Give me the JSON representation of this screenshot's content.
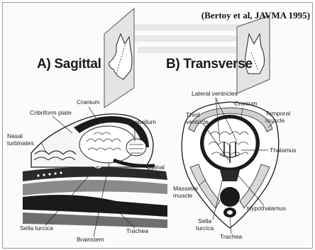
{
  "citation": "(Bertoy et al, JAVMA 1995)",
  "sagittal": {
    "title": "A) Sagittal",
    "labels": {
      "cranium": "Cranium",
      "cribriform_plate": "Cribriform plate",
      "cerebellum": "Cerebellum",
      "nasal_turbinates": "Nasal\nturbinates",
      "spinal_cord": "Spinal\ncord",
      "sella_turcica": "Sella turcica",
      "brainstem": "Brainstem",
      "trachea": "Trachea"
    }
  },
  "transverse": {
    "title": "B) Transverse",
    "labels": {
      "lateral_ventricles": "Lateral ventricles",
      "third_ventricle": "Third\nventricle",
      "cranium": "Cranium",
      "temporal_muscle": "Temporal\nmuscle",
      "thalamus": "Thalamus",
      "masseter_muscle": "Masseter\nmuscle",
      "sella_turcica": "Sella\nturcica",
      "hypothalamus": "Hypothalamus",
      "trachea": "Trachea"
    }
  },
  "colors": {
    "ink": "#1a1a1a",
    "shade": "#8a8a8a",
    "light": "#d9d9d9"
  }
}
